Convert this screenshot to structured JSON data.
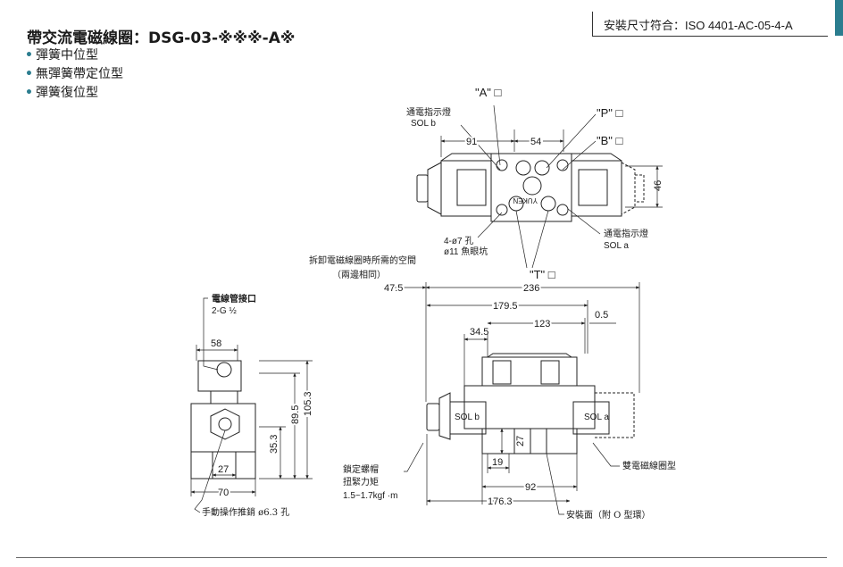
{
  "header": {
    "title": "帶交流電磁線圈：DSG-03-※※※-A※",
    "bullets": [
      "彈簧中位型",
      "無彈簧帶定位型",
      "彈簧復位型"
    ],
    "standard": "安裝尺寸符合：ISO 4401-AC-05-4-A"
  },
  "top_view": {
    "port_a": "\"A\" □",
    "port_p": "\"P\" □",
    "port_b": "\"B\" □",
    "port_t": "\"T\" □",
    "indicator_b_line1": "通電指示燈",
    "indicator_b_line2": "SOL b",
    "indicator_a_line1": "通電指示燈",
    "indicator_a_line2": "SOL a",
    "dim_91": "91",
    "dim_54": "54",
    "dim_46": "46",
    "holes_line1": "4-ø7 孔",
    "holes_line2": "ø11 魚眼坑",
    "body_mark": "YUKEN"
  },
  "side_view": {
    "space_note_line1": "拆卸電磁線圈時所需的空間",
    "space_note_line2": "（兩邊相同）",
    "dim_47_5": "47.5",
    "dim_236": "236",
    "dim_179_5": "179.5",
    "dim_123": "123",
    "dim_0_5": "0.5",
    "dim_34_5": "34.5",
    "dim_27": "27",
    "dim_19": "19",
    "dim_92": "92",
    "dim_176_3": "176.3",
    "sol_b": "SOL b",
    "sol_a": "SOL a",
    "nut_line1": "鎖定螺帽",
    "nut_line2": "扭緊力矩",
    "nut_line3": "1.5~1.7kgf ·m",
    "double_coil": "雙電磁線圈型",
    "mounting_face": "安裝面（附 O 型環）"
  },
  "end_view": {
    "conduit_line1": "電線管接口",
    "conduit_line2": "2-G ½",
    "dim_58": "58",
    "dim_89_5": "89.5",
    "dim_105_3": "105.3",
    "dim_35_3": "35.3",
    "dim_27": "27",
    "dim_70": "70",
    "manual_pin": "手動操作推銷 ø6.3 孔"
  }
}
